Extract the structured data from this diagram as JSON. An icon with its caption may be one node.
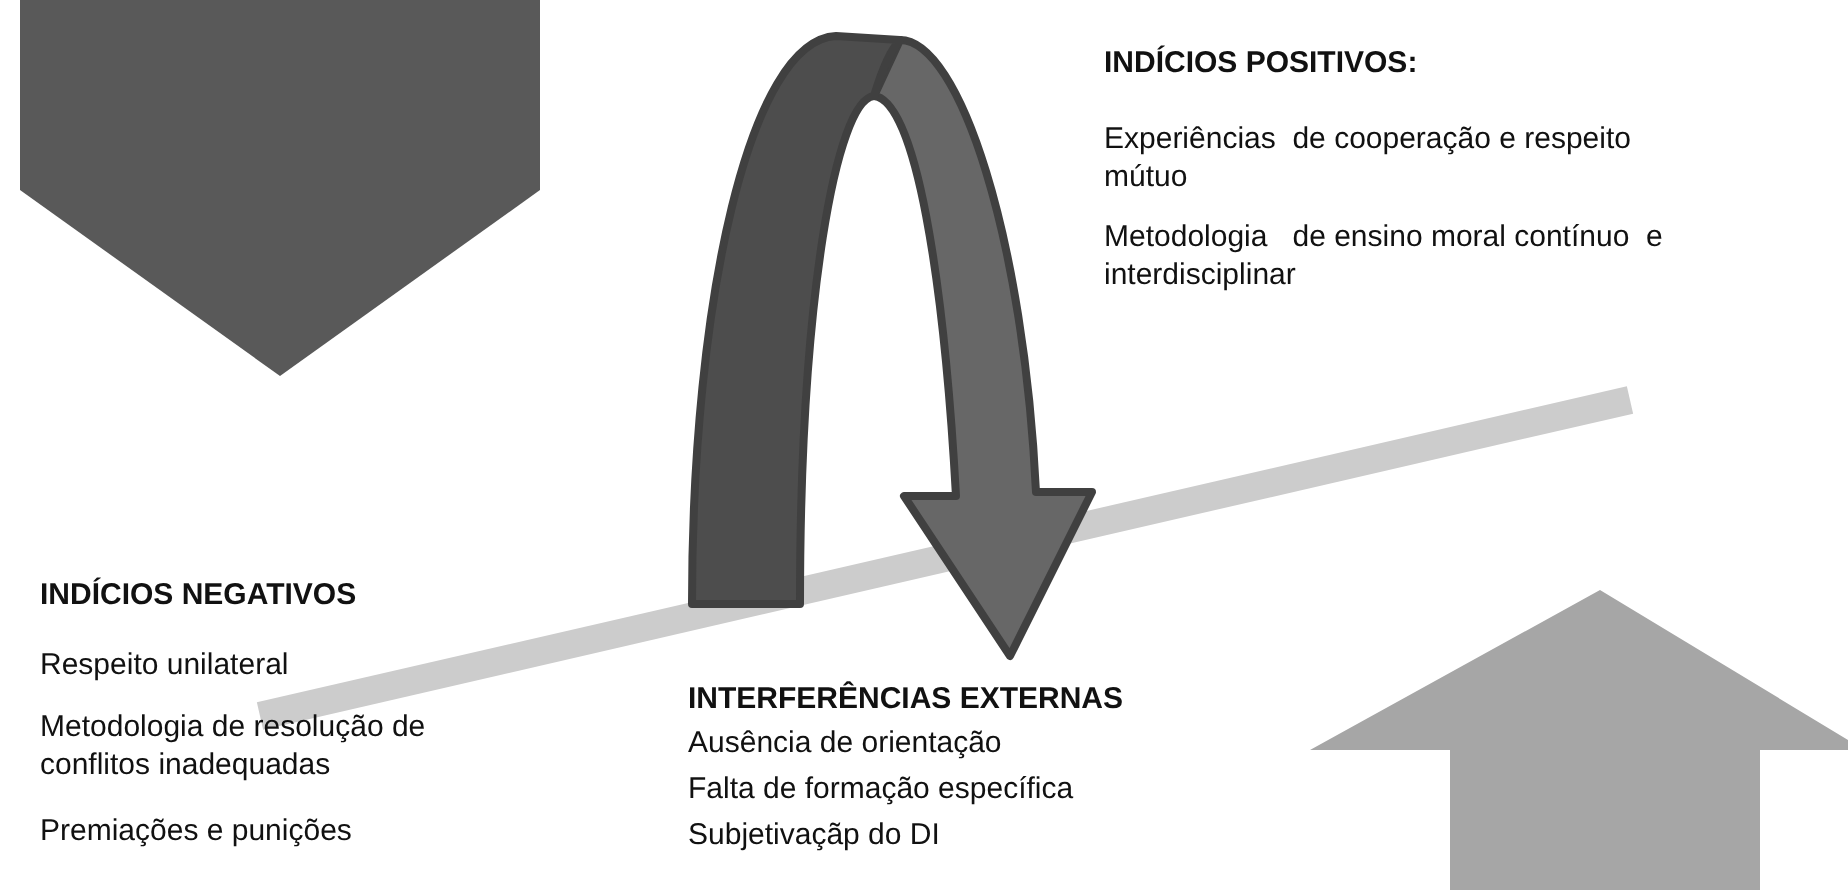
{
  "diagram": {
    "labels": [
      "INDÍCIOS POSITIVOS:",
      "Experiências  de cooperação e respeito mútuo",
      "Metodologia   de ensino moral contínuo  e interdisciplinar",
      "INDÍCIOS NEGATIVOS",
      "Respeito unilateral",
      "Metodologia de resolução de conflitos inadequadas",
      "Premiações e punições",
      "INTERFERÊNCIAS EXTERNAS",
      "Ausência de orientação",
      "Falta de formação específica",
      "Subjetivaçãp do DI"
    ]
  }
}
